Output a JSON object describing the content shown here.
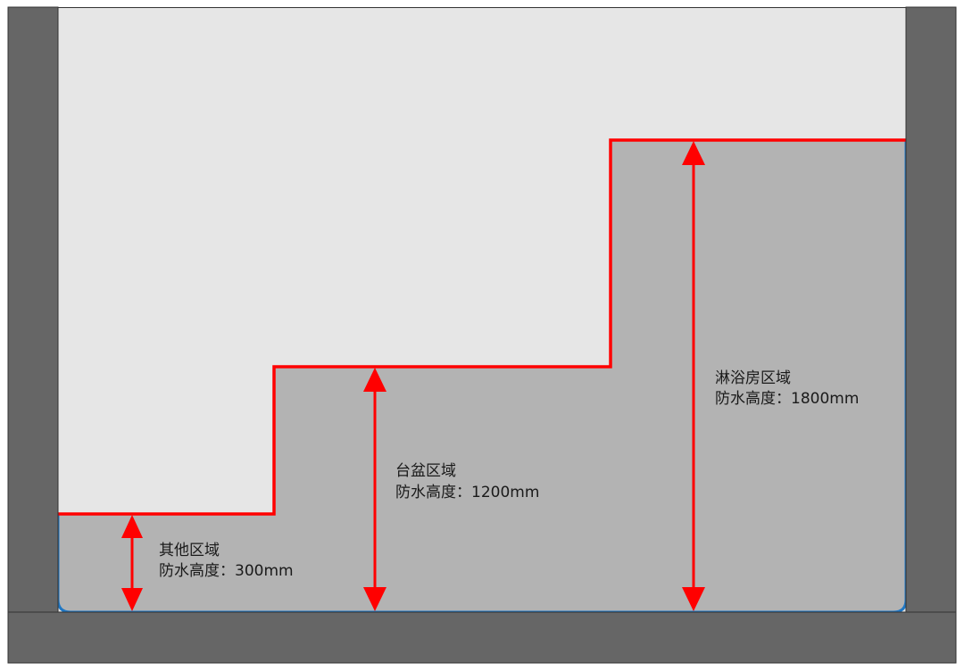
{
  "colors": {
    "wall": "#666666",
    "room_background": "#e6e6e6",
    "waterproof_fill": "#b3b3b3",
    "waterproof_boundary": "#ff0000",
    "dimension_arrow": "#ff0000",
    "base_outline": "#1f77c4"
  },
  "zones": [
    {
      "name": "其他区域",
      "height_text": "防水高度：300mm",
      "height_mm": 300
    },
    {
      "name": "台盆区域",
      "height_text": "防水高度：1200mm",
      "height_mm": 1200
    },
    {
      "name": "淋浴房区域",
      "height_text": "防水高度：1800mm",
      "height_mm": 1800
    }
  ]
}
